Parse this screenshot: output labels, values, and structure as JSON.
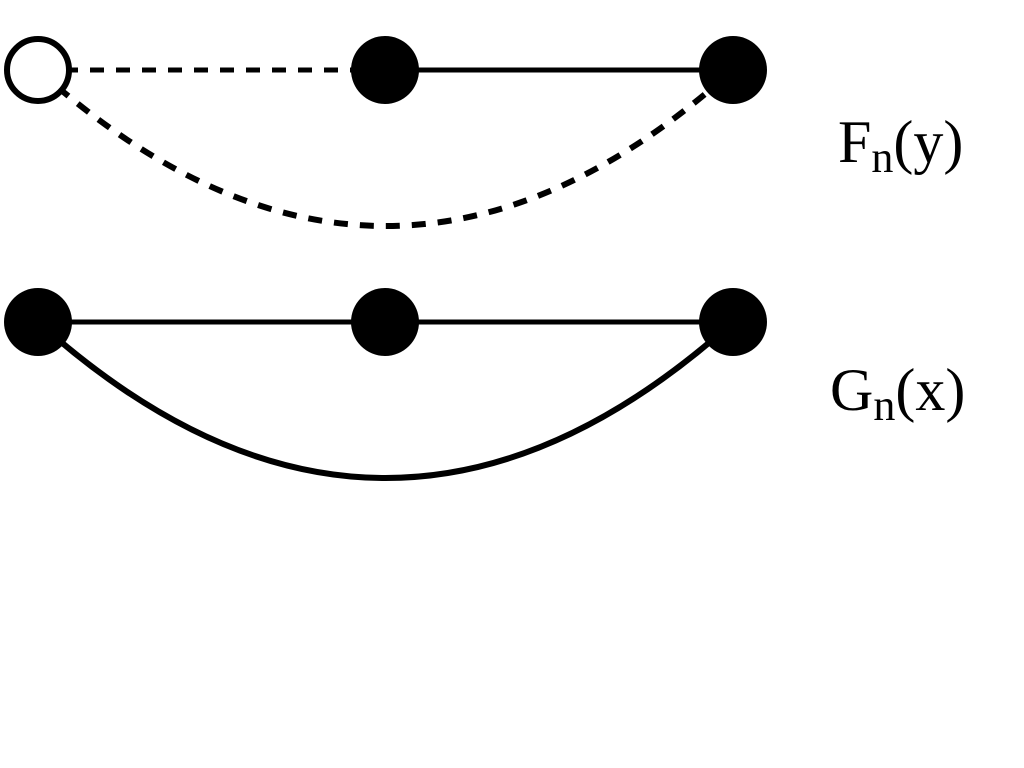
{
  "graphs": [
    {
      "label": {
        "main": "F",
        "sub": "n",
        "arg": "(y)"
      },
      "nodes": [
        {
          "filled": false
        },
        {
          "filled": true
        },
        {
          "filled": true
        }
      ],
      "edges": [
        {
          "from": 0,
          "to": 1,
          "style": "dashed",
          "shape": "straight"
        },
        {
          "from": 1,
          "to": 2,
          "style": "solid",
          "shape": "straight"
        },
        {
          "from": 0,
          "to": 2,
          "style": "dashed",
          "shape": "arc"
        }
      ]
    },
    {
      "label": {
        "main": "G",
        "sub": "n",
        "arg": "(x)"
      },
      "nodes": [
        {
          "filled": true
        },
        {
          "filled": true
        },
        {
          "filled": true
        }
      ],
      "edges": [
        {
          "from": 0,
          "to": 1,
          "style": "solid",
          "shape": "straight"
        },
        {
          "from": 1,
          "to": 2,
          "style": "solid",
          "shape": "straight"
        },
        {
          "from": 0,
          "to": 2,
          "style": "solid",
          "shape": "arc"
        }
      ]
    }
  ],
  "colors": {
    "stroke": "#000000",
    "fill": "#000000",
    "open_fill": "#ffffff"
  }
}
